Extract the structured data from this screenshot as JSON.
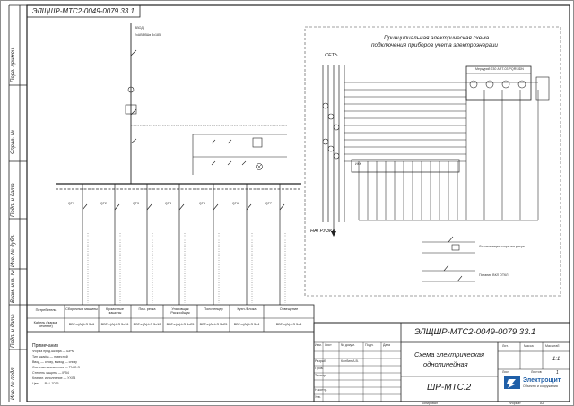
{
  "stamp_code_top": "ЭЛЩШР-МТС2-0049-0079 33.1",
  "left_margin_labels": [
    "Перв. примен.",
    "Справ. №",
    "Подп. и дата",
    "Инв. № дубл.",
    "Взам. инв. №",
    "Подп. и дата",
    "Инв. № подл."
  ],
  "meter_scheme": {
    "title_line1": "Принципиальная электрическая схема",
    "title_line2": "подключения приборов учета электроэнергии",
    "label_set": "СЕТЬ",
    "label_load": "НАГРУЗКА",
    "meter_label": "Меркурий 230 ART-03 PQRSIDN",
    "test_block": "ИКК"
  },
  "input_breaker": {
    "label": "ВВОД",
    "cable": "2хАВБбШв 3х185"
  },
  "legend_signal": "Сигнализация открытия двери",
  "legend_light": "Питание ВКЛ ОТКЛ",
  "feeders": [
    {
      "id": "QF1",
      "name": "Сборочные машины",
      "cable": "ВВГнг(А)-LS 5х6"
    },
    {
      "id": "QF2",
      "name": "Кромочные машины",
      "cable": "ВВГнг(А)-LS 5х16"
    },
    {
      "id": "QF3",
      "name": "Пил. резка",
      "cable": "ВВГнг(А)-LS 5х10"
    },
    {
      "id": "QF4",
      "name": "Упаковщик Раскройщик",
      "cable": "ВВГнг(А)-LS 5х25"
    },
    {
      "id": "QF5",
      "name": "Полотенцер",
      "cable": "ВВГнг(А)-LS 5х25"
    },
    {
      "id": "QF6",
      "name": "Кухн./Блока",
      "cable": "ВВГнг(А)-LS 5х4"
    },
    {
      "id": "QF7",
      "name": "Освещение",
      "cable": "ВВГнг(А)-LS 5х4"
    }
  ],
  "table_headers": {
    "consumer": "Потребитель",
    "cable": "Кабель (марка, сечение)"
  },
  "notes": {
    "title": "Примечания",
    "lines": [
      "Форма пред.шкафа — ШРМ",
      "Тип шкафа — навесной",
      "Ввод — снизу, вывод — снизу",
      "Система заземления — TN-C-S",
      "Степень защиты — IP54",
      "Климат. исполнение — УХЛ4",
      "Цвет — RAL 7035"
    ]
  },
  "title_block": {
    "code": "ЭЛЩШР-МТС2-0049-0079 33.1",
    "doc_title_line1": "Схема электрическая",
    "doc_title_line2": "однолинейная",
    "product": "ШР-МТС.2",
    "lit": "Лит.",
    "mass": "Масса",
    "scale": "Масштаб",
    "scale_value": "1:1",
    "sheet": "Лист",
    "sheets": "Листов",
    "sheets_value": "1",
    "rows": [
      "Изм.",
      "Лист",
      "№ докум.",
      "Подп.",
      "Дата"
    ],
    "roles": [
      "Разраб.",
      "Пров.",
      "Т.контр.",
      "Н.контр.",
      "Утв."
    ],
    "dev_name": "Колбин А.В.",
    "copied": "Копировал",
    "format": "Формат",
    "format_value": "А3"
  },
  "company": {
    "name": "Электрощит",
    "tagline": "Объекты и сооружения"
  }
}
